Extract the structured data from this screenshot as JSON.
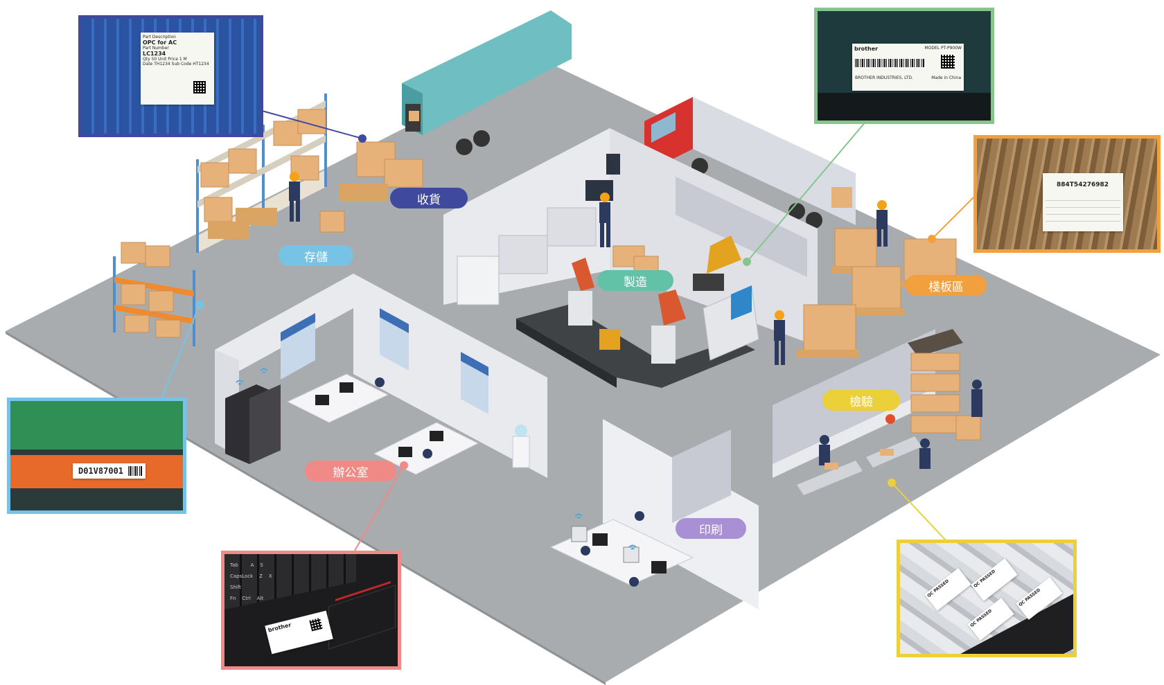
{
  "zones": [
    {
      "id": "receiving",
      "label": "收貨",
      "color": "#3f4a9e"
    },
    {
      "id": "storage",
      "label": "存儲",
      "color": "#76c3e6"
    },
    {
      "id": "manufacturing",
      "label": "製造",
      "color": "#62c2a8"
    },
    {
      "id": "pallet",
      "label": "棧板區",
      "color": "#f2a03d"
    },
    {
      "id": "inspection",
      "label": "檢驗",
      "color": "#ecd03a"
    },
    {
      "id": "office",
      "label": "辦公室",
      "color": "#ef8a86"
    },
    {
      "id": "printing",
      "label": "印刷",
      "color": "#a98fd3"
    }
  ],
  "callouts": {
    "receiving_label": {
      "border_color": "#3f4a9e",
      "label_text": [
        "Part Description",
        "OPC for AC",
        "Part Number",
        "LC1234",
        "Qty",
        "50",
        "Unit Price",
        "1 M",
        "Date",
        "TH1234",
        "Sub Code",
        "HT1234"
      ]
    },
    "machine_label": {
      "border_color": "#86c58c",
      "brand": "brother",
      "model": "MODEL PT-P900W",
      "maker": "BROTHER INDUSTRIES, LTD.",
      "origin": "Made in China"
    },
    "pallet_label": {
      "border_color": "#f2a03d",
      "code": "884T54276982"
    },
    "shelf_label": {
      "border_color": "#76c3e6",
      "code": "D01V87001"
    },
    "laptop_label": {
      "border_color": "#ef8a86",
      "brand": "brother",
      "keys": [
        "Tab",
        "CapsLock",
        "Shift",
        "Fn",
        "Ctrl",
        "A",
        "S",
        "Z",
        "X",
        "Alt"
      ]
    },
    "qc_label": {
      "border_color": "#ecd03a",
      "text": "QC PASSED"
    }
  },
  "colors": {
    "floor": "#a9acae",
    "floor_edge": "#8f9396",
    "wall": "#e9eaee",
    "wall_side": "#c7cad3",
    "box": "#e7b27a",
    "box_dark": "#c98f55",
    "pallet": "#d9a464",
    "worker": "#2b3a5e",
    "helmet": "#f4a21a",
    "robot": "#e3a21f",
    "truck_teal": "#6fbfc2",
    "truck_red": "#d7322d",
    "trailer_grey": "#d9dde3"
  },
  "icons": [
    "wifi-icon",
    "water-dispenser-icon",
    "server-rack-icon"
  ]
}
